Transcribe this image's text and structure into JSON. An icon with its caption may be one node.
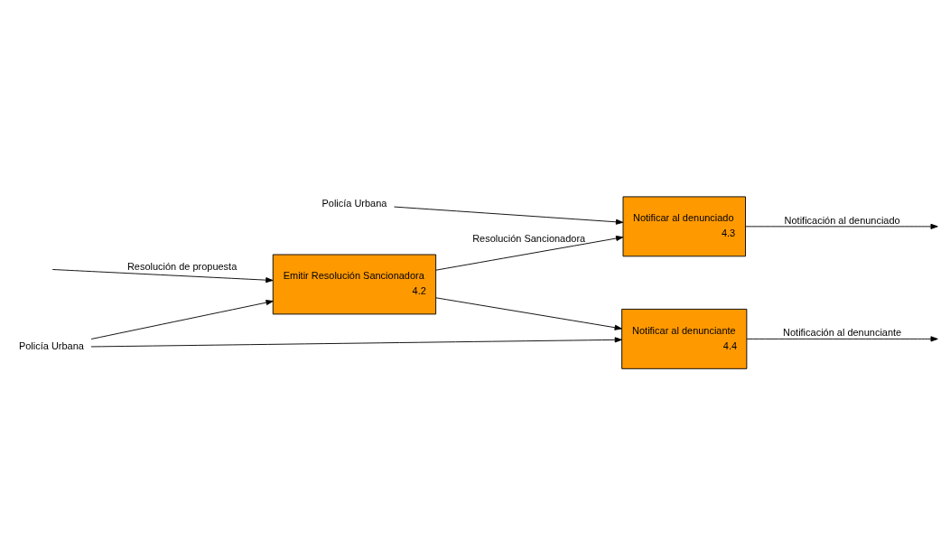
{
  "diagram": {
    "nodes": [
      {
        "text": [
          "Emitir Resolución Sancionadora",
          "4.2"
        ]
      },
      {
        "text": [
          "Notificar al denunciado",
          "4.3"
        ]
      },
      {
        "text": [
          "Notificar al denunciante",
          "4.4"
        ]
      },
      {
        "text": [
          "Policía Urbana"
        ]
      },
      {
        "text": [
          "Policía Urbana"
        ]
      }
    ],
    "edges": [
      {
        "from": null,
        "to": 0,
        "arrow": "to",
        "label": "Resolución de propuesta"
      },
      {
        "from": 0,
        "to": 1,
        "arrow": "to",
        "label": "Resolución Sancionadora"
      },
      {
        "from": 0,
        "to": 2,
        "arrow": "to"
      },
      {
        "from": 1,
        "to": null,
        "arrow": "to",
        "label": "Notificación al denunciado"
      },
      {
        "from": 2,
        "to": null,
        "arrow": "to",
        "label": "Notificación al denunciante"
      },
      {
        "from": 3,
        "to": 0,
        "arrow": "to"
      },
      {
        "from": 3,
        "to": 2,
        "arrow": "to"
      },
      {
        "from": 4,
        "to": 1,
        "arrow": "to"
      }
    ]
  }
}
